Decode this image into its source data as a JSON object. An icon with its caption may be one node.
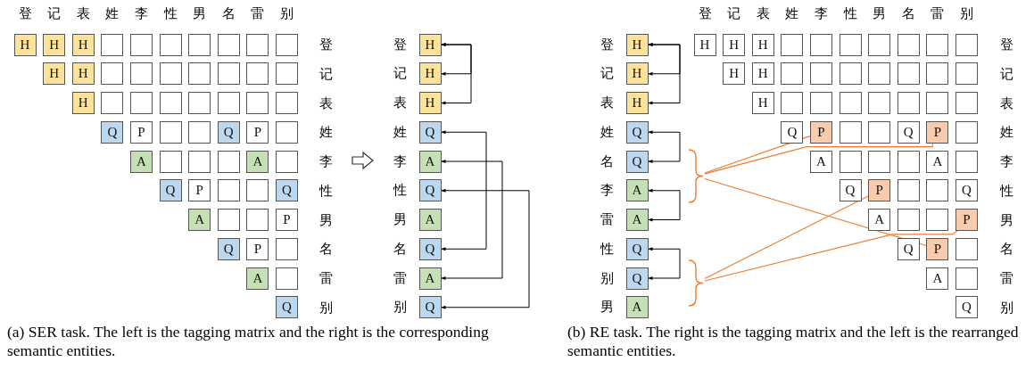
{
  "diagram": {
    "nodes": [
      {
        "text": [
          "H"
        ]
      },
      {
        "text": [
          "H"
        ]
      },
      {
        "text": [
          "H"
        ]
      },
      {
        "text": [],
        "shape": "box"
      },
      {
        "text": [],
        "shape": "box"
      },
      {
        "text": [],
        "shape": "box"
      },
      {
        "text": [],
        "shape": "box"
      },
      {
        "text": [],
        "shape": "box"
      },
      {
        "text": [],
        "shape": "box"
      },
      {
        "text": [],
        "shape": "box"
      },
      {
        "text": [
          "H"
        ]
      },
      {
        "text": [
          "H"
        ]
      },
      {
        "text": [],
        "shape": "box"
      },
      {
        "text": [],
        "shape": "box"
      },
      {
        "text": [],
        "shape": "box"
      },
      {
        "text": [],
        "shape": "box"
      },
      {
        "text": [],
        "shape": "box"
      },
      {
        "text": [],
        "shape": "box"
      },
      {
        "text": [],
        "shape": "box"
      },
      {
        "text": [
          "H"
        ]
      },
      {
        "text": [],
        "shape": "box"
      },
      {
        "text": [],
        "shape": "box"
      },
      {
        "text": [],
        "shape": "box"
      },
      {
        "text": [],
        "shape": "box"
      },
      {
        "text": [],
        "shape": "box"
      },
      {
        "text": [],
        "shape": "box"
      },
      {
        "text": [],
        "shape": "box"
      },
      {
        "text": [
          "Q"
        ]
      },
      {
        "text": [
          "P"
        ]
      },
      {
        "text": [],
        "shape": "box"
      },
      {
        "text": [],
        "shape": "box"
      },
      {
        "text": [
          "Q"
        ]
      },
      {
        "text": [
          "P"
        ]
      },
      {
        "text": [],
        "shape": "box"
      },
      {
        "text": [
          "A"
        ]
      },
      {
        "text": [],
        "shape": "box"
      },
      {
        "text": [],
        "shape": "box"
      },
      {
        "text": [],
        "shape": "box"
      },
      {
        "text": [
          "A"
        ]
      },
      {
        "text": [],
        "shape": "box"
      },
      {
        "text": [
          "Q"
        ]
      },
      {
        "text": [
          "P"
        ]
      },
      {
        "text": [],
        "shape": "box"
      },
      {
        "text": [],
        "shape": "box"
      },
      {
        "text": [
          "Q"
        ]
      },
      {
        "text": [
          "A"
        ]
      },
      {
        "text": [],
        "shape": "box"
      },
      {
        "text": [],
        "shape": "box"
      },
      {
        "text": [
          "P"
        ]
      },
      {
        "text": [
          "Q"
        ]
      },
      {
        "text": [
          "P"
        ]
      },
      {
        "text": [],
        "shape": "box"
      },
      {
        "text": [
          "A"
        ]
      },
      {
        "text": [],
        "shape": "box"
      },
      {
        "text": [
          "Q"
        ]
      },
      {
        "text": [
          "H"
        ],
        "beside": [
          "登"
        ]
      },
      {
        "text": [
          "H"
        ],
        "beside": [
          "记"
        ]
      },
      {
        "text": [
          "H"
        ],
        "beside": [
          "表"
        ]
      },
      {
        "text": [
          "Q"
        ],
        "beside": [
          "姓"
        ]
      },
      {
        "text": [
          "A"
        ],
        "beside": [
          "李"
        ]
      },
      {
        "text": [
          "Q"
        ],
        "beside": [
          "性"
        ]
      },
      {
        "text": [
          "A"
        ],
        "beside": [
          "男"
        ]
      },
      {
        "text": [
          "Q"
        ],
        "beside": [
          "名"
        ]
      },
      {
        "text": [
          "A"
        ],
        "beside": [
          "雷"
        ]
      },
      {
        "text": [
          "Q"
        ],
        "beside": [
          "别"
        ]
      },
      {
        "text": [
          "H"
        ],
        "beside": [
          "登"
        ]
      },
      {
        "text": [
          "H"
        ],
        "beside": [
          "记"
        ]
      },
      {
        "text": [
          "H"
        ],
        "beside": [
          "表"
        ]
      },
      {
        "text": [
          "Q"
        ],
        "beside": [
          "姓"
        ]
      },
      {
        "text": [
          "Q"
        ],
        "beside": [
          "名"
        ]
      },
      {
        "text": [
          "A"
        ],
        "beside": [
          "李"
        ]
      },
      {
        "text": [
          "A"
        ],
        "beside": [
          "雷"
        ]
      },
      {
        "text": [
          "Q"
        ],
        "beside": [
          "性"
        ]
      },
      {
        "text": [
          "Q"
        ],
        "beside": [
          "别"
        ]
      },
      {
        "text": [
          "A"
        ],
        "beside": [
          "男"
        ]
      },
      {
        "text": [],
        "shape": "brace"
      },
      {
        "text": [],
        "shape": "brace"
      },
      {
        "text": [
          "H"
        ]
      },
      {
        "text": [
          "H"
        ]
      },
      {
        "text": [
          "H"
        ]
      },
      {
        "text": [],
        "shape": "box"
      },
      {
        "text": [],
        "shape": "box"
      },
      {
        "text": [],
        "shape": "box"
      },
      {
        "text": [],
        "shape": "box"
      },
      {
        "text": [],
        "shape": "box"
      },
      {
        "text": [],
        "shape": "box"
      },
      {
        "text": [],
        "shape": "box"
      },
      {
        "text": [
          "H"
        ]
      },
      {
        "text": [
          "H"
        ]
      },
      {
        "text": [],
        "shape": "box"
      },
      {
        "text": [],
        "shape": "box"
      },
      {
        "text": [],
        "shape": "box"
      },
      {
        "text": [],
        "shape": "box"
      },
      {
        "text": [],
        "shape": "box"
      },
      {
        "text": [],
        "shape": "box"
      },
      {
        "text": [],
        "shape": "box"
      },
      {
        "text": [
          "H"
        ]
      },
      {
        "text": [],
        "shape": "box"
      },
      {
        "text": [],
        "shape": "box"
      },
      {
        "text": [],
        "shape": "box"
      },
      {
        "text": [],
        "shape": "box"
      },
      {
        "text": [],
        "shape": "box"
      },
      {
        "text": [],
        "shape": "box"
      },
      {
        "text": [],
        "shape": "box"
      },
      {
        "text": [
          "Q"
        ]
      },
      {
        "text": [
          "P"
        ]
      },
      {
        "text": [],
        "shape": "box"
      },
      {
        "text": [],
        "shape": "box"
      },
      {
        "text": [
          "Q"
        ]
      },
      {
        "text": [
          "P"
        ]
      },
      {
        "text": [],
        "shape": "box"
      },
      {
        "text": [
          "A"
        ]
      },
      {
        "text": [],
        "shape": "box"
      },
      {
        "text": [],
        "shape": "box"
      },
      {
        "text": [],
        "shape": "box"
      },
      {
        "text": [
          "A"
        ]
      },
      {
        "text": [],
        "shape": "box"
      },
      {
        "text": [
          "Q"
        ]
      },
      {
        "text": [
          "P"
        ]
      },
      {
        "text": [],
        "shape": "box"
      },
      {
        "text": [],
        "shape": "box"
      },
      {
        "text": [
          "Q"
        ]
      },
      {
        "text": [
          "A"
        ]
      },
      {
        "text": [],
        "shape": "box"
      },
      {
        "text": [],
        "shape": "box"
      },
      {
        "text": [
          "P"
        ]
      },
      {
        "text": [
          "Q"
        ]
      },
      {
        "text": [
          "P"
        ]
      },
      {
        "text": [],
        "shape": "box"
      },
      {
        "text": [
          "A"
        ]
      },
      {
        "text": [],
        "shape": "box"
      },
      {
        "text": [
          "Q"
        ]
      }
    ],
    "edges": [
      {
        "from": 55,
        "to": 56,
        "arrow": "both"
      },
      {
        "from": 55,
        "to": 57,
        "arrow": "both"
      },
      {
        "from": 58,
        "to": 62,
        "arrow": "both"
      },
      {
        "from": 59,
        "to": 63,
        "arrow": "both"
      },
      {
        "from": 60,
        "to": 64,
        "arrow": "both"
      },
      {
        "from": 65,
        "to": 66,
        "arrow": "both"
      },
      {
        "from": 65,
        "to": 67,
        "arrow": "both"
      },
      {
        "from": 68,
        "to": 69,
        "arrow": "both"
      },
      {
        "from": 70,
        "to": 71,
        "arrow": "both"
      },
      {
        "from": 72,
        "to": 73,
        "arrow": "both"
      },
      {
        "from": 75,
        "to": 105,
        "arrow": "none",
        "color": "#ed7d31"
      },
      {
        "from": 75,
        "to": 109,
        "arrow": "none",
        "color": "#ed7d31"
      },
      {
        "from": 75,
        "to": 127,
        "arrow": "none",
        "color": "#ed7d31"
      },
      {
        "from": 76,
        "to": 118,
        "arrow": "none",
        "color": "#ed7d31"
      },
      {
        "from": 76,
        "to": 125,
        "arrow": "none",
        "color": "#ed7d31"
      }
    ],
    "labels": [
      "登",
      "记",
      "表",
      "姓",
      "李",
      "性",
      "男",
      "名",
      "雷",
      "别",
      "登",
      "记",
      "表",
      "姓",
      "李",
      "性",
      "男",
      "名",
      "雷",
      "别",
      "登",
      "记",
      "表",
      "姓",
      "李",
      "性",
      "男",
      "名",
      "雷",
      "别",
      "登",
      "记",
      "表",
      "姓",
      "李",
      "性",
      "男",
      "名",
      "雷",
      "别",
      "(a) SER task. The left is the tagging matrix and the right is the corresponding semantic entities.",
      "(b) RE task. The right is the tagging matrix and the left is the rearranged semantic entities."
    ]
  }
}
